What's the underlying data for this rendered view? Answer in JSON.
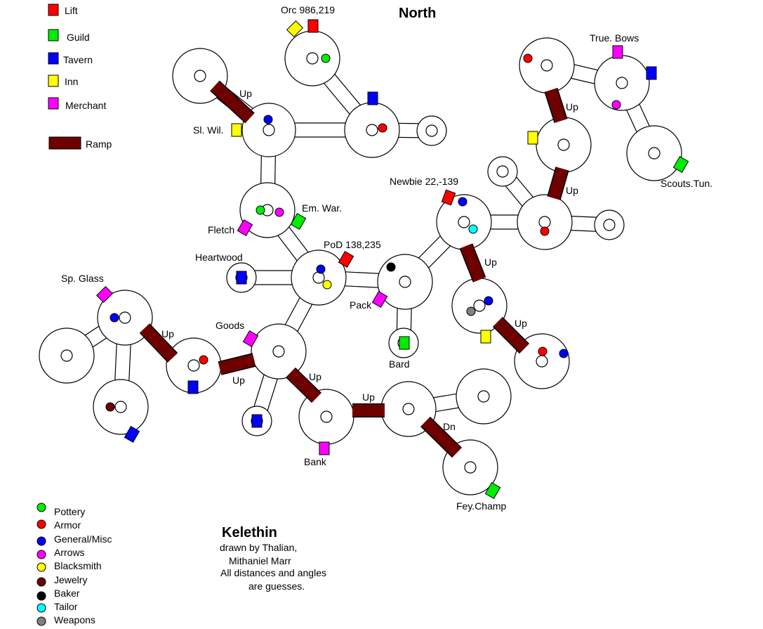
{
  "header": {
    "north": "North"
  },
  "legend_buildings": [
    {
      "label": "Lift",
      "color": "#ff0000"
    },
    {
      "label": "Guild",
      "color": "#00ee00"
    },
    {
      "label": "Tavern",
      "color": "#0000ff"
    },
    {
      "label": "Inn",
      "color": "#ffff00"
    },
    {
      "label": "Merchant",
      "color": "#ff00ff"
    }
  ],
  "legend_ramp": {
    "label": "Ramp",
    "color": "#6e0000"
  },
  "legend_shops": [
    {
      "label": "Pottery",
      "color": "#00ee00"
    },
    {
      "label": "Armor",
      "color": "#ff0000"
    },
    {
      "label": "General/Misc",
      "color": "#0000ff"
    },
    {
      "label": "Arrows",
      "color": "#ff00ff"
    },
    {
      "label": "Blacksmith",
      "color": "#ffff00"
    },
    {
      "label": "Jewelry",
      "color": "#6e0000"
    },
    {
      "label": "Baker",
      "color": "#000000"
    },
    {
      "label": "Tailor",
      "color": "#00ffff"
    },
    {
      "label": "Weapons",
      "color": "#808080"
    }
  ],
  "credits": {
    "title": "Kelethin",
    "line1": "drawn by Thalian,",
    "line2": "Mithaniel Marr",
    "line3": "All distances and angles",
    "line4": "are guesses."
  },
  "places": {
    "orc": "Orc 986,219",
    "true_bows": "True. Bows",
    "sl_wil": "Sl. Wil.",
    "em_war": "Em. War.",
    "fletch": "Fletch",
    "newbie": "Newbie 22,-139",
    "scouts": "Scouts.Tun.",
    "heartwood": "Heartwood",
    "pod": "PoD 138,235",
    "sp_glass": "Sp. Glass",
    "pack": "Pack",
    "goods": "Goods",
    "bard": "Bard",
    "bank": "Bank",
    "fey": "Fey.Champ"
  },
  "ramp_labels": {
    "up": "Up",
    "dn": "Dn"
  }
}
